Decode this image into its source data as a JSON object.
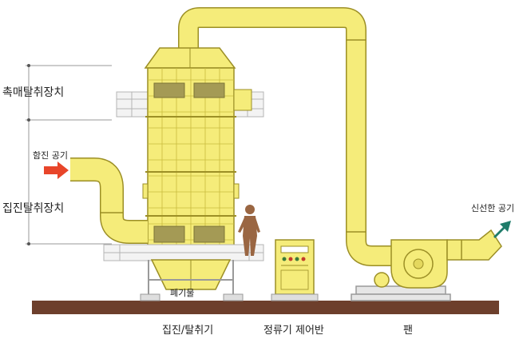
{
  "labels": {
    "catalyst_section": "촉매탈취장치",
    "collector_section": "집진탈취장치",
    "inlet_air": "함진 공기",
    "fresh_air": "신선한 공기",
    "waste": "폐기물",
    "collector_caption": "집진/탈취기",
    "panel_caption": "정류기 제어반",
    "fan_caption": "팬"
  },
  "colors": {
    "duct_fill": "#f5ec7a",
    "duct_stroke": "#9c8f26",
    "filter_module": "#a49a55",
    "ground": "#6d3f2c",
    "inlet_arrow": "#e8452a",
    "outlet_arrow": "#1f7c6a",
    "person": "#9a6642",
    "structure": "#bcbcbc"
  }
}
